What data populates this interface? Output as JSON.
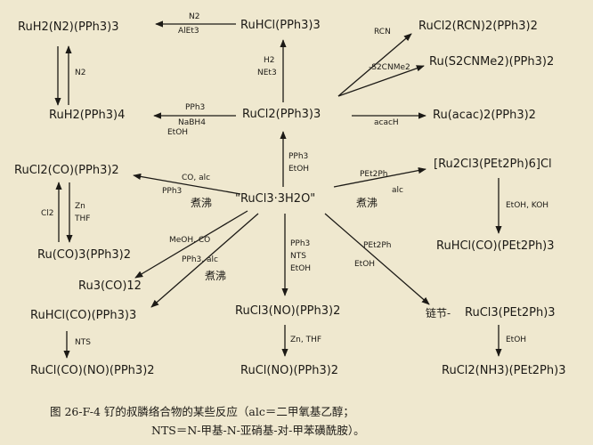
{
  "compounds": {
    "ruh2n2": "RuH2(N2)(PPh3)3",
    "ruhcl_pph3": "RuHCl(PPh3)3",
    "rucl2_rcn": "RuCl2(RCN)2(PPh3)2",
    "ru_s2cnme2": "Ru(S2CNMe2)(PPh3)2",
    "ruh2_pph3": "RuH2(PPh3)4",
    "rucl2_pph3": "RuCl2(PPh3)3",
    "ru_acac": "Ru(acac)2(PPh3)2",
    "rucl2co": "RuCl2(CO)(PPh3)2",
    "center": "\"RuCl3·3H2O\"",
    "ru2cl3": "[Ru2Cl3(PEt2Ph)6]Cl",
    "ruco3": "Ru(CO)3(PPh3)2",
    "ruhclco_pet2ph": "RuHCl(CO)(PEt2Ph)3",
    "ru3co12": "Ru3(CO)12",
    "ruhclco": "RuHCl(CO)(PPh3)3",
    "rucl3no": "RuCl3(NO)(PPh3)2",
    "rucl3pet2ph": "RuCl3(PEt2Ph)3",
    "ruclcono": "RuCl(CO)(NO)(PPh3)2",
    "ruclno": "RuCl(NO)(PPh3)2",
    "rucl2nh3": "RuCl2(NH3)(PEt2Ph)3"
  },
  "labels": {
    "n2": "N2",
    "alet3": "AlEt3",
    "n2_vert": "N2",
    "h2": "H2",
    "net3": "NEt3",
    "rcn": "RCN",
    "s2cnme2": "-S2CNMe2",
    "pph3_top": "PPh3",
    "nabh4": "NaBH4",
    "etoh_left": "EtOH",
    "acach": "acacH",
    "pph3_center": "PPh3",
    "etoh_center": "EtOH",
    "co_alc": "CO, alc",
    "pph3_left": "PPh3",
    "boil_left": "煮沸",
    "pet2ph_right": "PEt2Ph",
    "alc_right": "alc",
    "boil_right": "煮沸",
    "zn": "Zn",
    "thf": "THF",
    "cl2": "Cl2",
    "etoh_koh": "EtOH, KOH",
    "meoh_co": "MeOH, CO",
    "pph3_alc": "PPh3, alc",
    "boil_down": "煮沸",
    "pph3_down": "PPh3",
    "nts_down": "NTS",
    "etoh_down": "EtOH",
    "pet2ph_diag": "PEt2Ph",
    "etoh_diag": "EtOH",
    "chain": "链节-",
    "nts_left": "NTS",
    "zn_thf": "Zn, THF",
    "etoh_right": "EtOH"
  },
  "caption": {
    "line1": "图 26-F-4   钌的叔膦络合物的某些反应（alc＝二甲氧基乙醇；",
    "line2": "NTS＝N-甲基-N-亚硝基-对-甲苯磺酰胺）。"
  }
}
